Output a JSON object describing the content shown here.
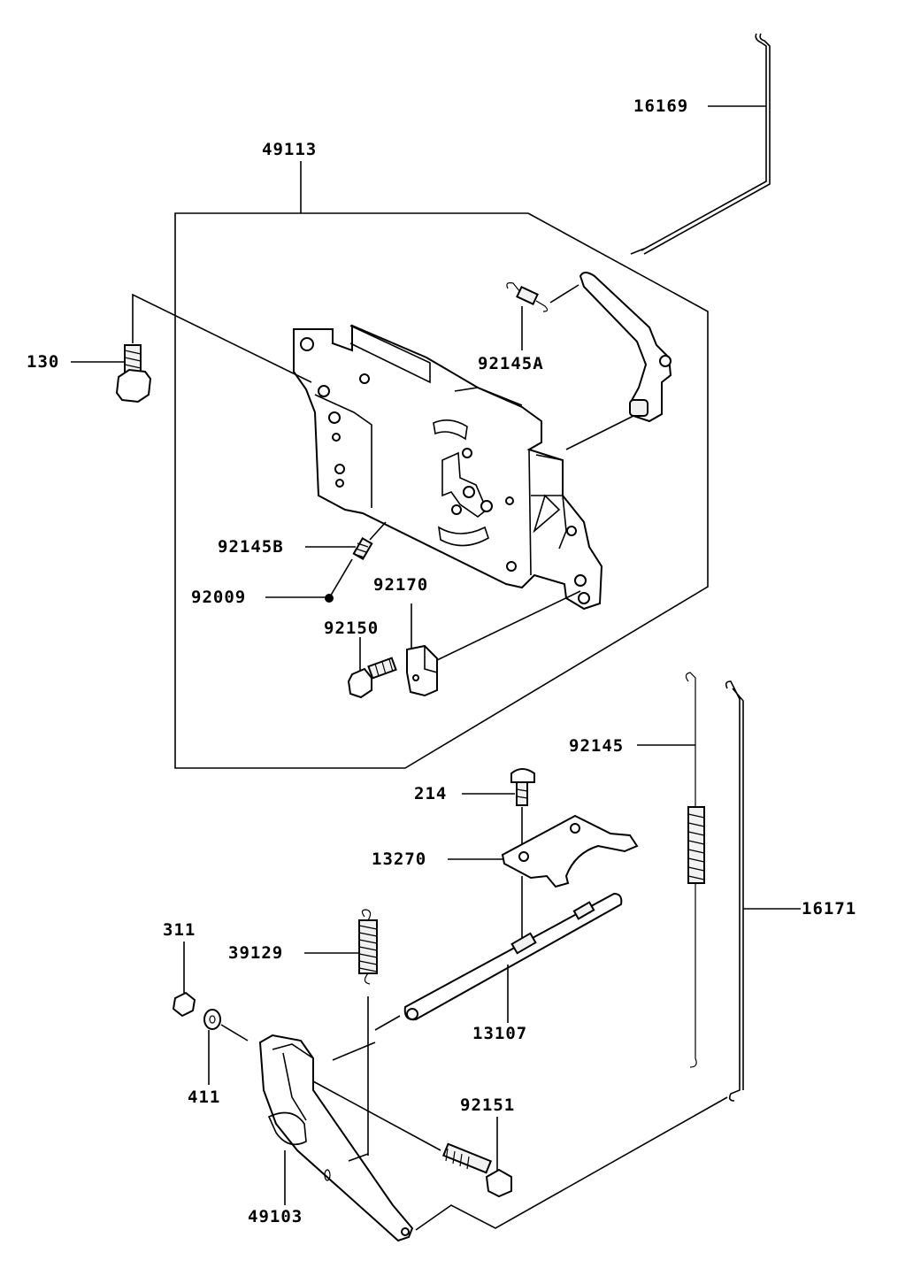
{
  "diagram": {
    "labels": {
      "p16169": "16169",
      "p49113": "49113",
      "p130": "130",
      "p92145A": "92145A",
      "p92145B": "92145B",
      "p92009": "92009",
      "p92170": "92170",
      "p92150": "92150",
      "p92145": "92145",
      "p214": "214",
      "p13270": "13270",
      "p16171": "16171",
      "p311": "311",
      "p39129": "39129",
      "p13107": "13107",
      "p411": "411",
      "p92151": "92151",
      "p49103": "49103"
    }
  }
}
